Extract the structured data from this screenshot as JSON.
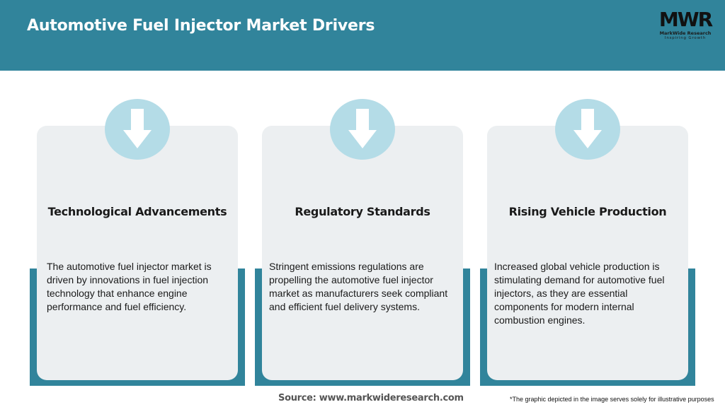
{
  "header": {
    "title": "Automotive Fuel Injector Market Drivers",
    "logo_mark": "MWR",
    "logo_company": "MarkWide Research",
    "logo_tagline": "Inspiring Growth"
  },
  "cards": [
    {
      "icon": "down-arrow-icon",
      "title": "Technological Advancements",
      "text": "The automotive fuel injector market is driven by innovations in fuel injection technology that enhance engine performance and fuel efficiency."
    },
    {
      "icon": "down-arrow-icon",
      "title": "Regulatory Standards",
      "text": "Stringent emissions regulations are propelling the automotive fuel injector market as manufacturers seek compliant and efficient fuel delivery systems."
    },
    {
      "icon": "down-arrow-icon",
      "title": "Rising Vehicle Production",
      "text": "Increased global vehicle production is stimulating demand for automotive fuel injectors, as they are essential components for modern internal combustion engines."
    }
  ],
  "footer": {
    "source": "Source: www.markwideresearch.com",
    "disclaimer": "*The graphic depicted in the image serves solely for illustrative purposes"
  },
  "colors": {
    "primary": "#31849b",
    "badge": "#b4dce7",
    "card": "#eceff1"
  }
}
